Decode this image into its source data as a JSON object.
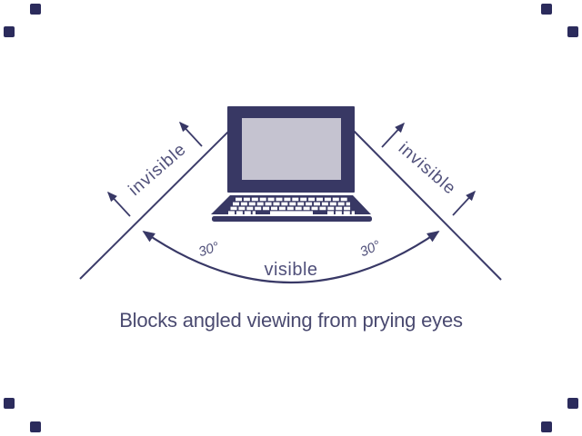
{
  "diagram": {
    "caption": "Blocks angled viewing from prying eyes",
    "labels": {
      "invisible_left": "invisible",
      "invisible_right": "invisible",
      "angle_left": "30°",
      "angle_right": "30°",
      "visible": "visible"
    },
    "colors": {
      "navy_shape": "#383864",
      "navy_line": "#3c3c6a",
      "navy_text": "#50507a",
      "caption_text": "#4a4a70",
      "screen": "#c5c3d0",
      "corner_mark": "#2b2b5c",
      "background": "#ffffff"
    }
  }
}
